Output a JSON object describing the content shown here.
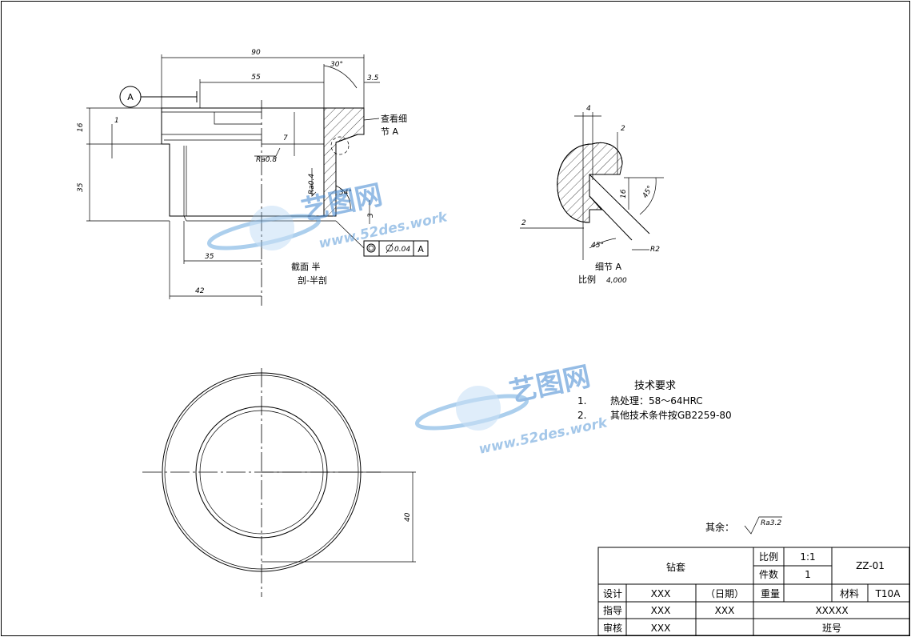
{
  "dimensions": {
    "d90": "90",
    "d55": "55",
    "d30deg": "30°",
    "d3_5": "3.5",
    "d16": "16",
    "d1": "1",
    "d35v": "35",
    "d7": "7",
    "ra08": "Ra0.8",
    "ra04": "Ra0.4",
    "d34deg": "34°",
    "d3": "3",
    "d35h": "35",
    "d42": "42",
    "d40": "40",
    "detail_4": "4",
    "detail_2a": "2",
    "detail_16": "16",
    "detail_45a": "45°",
    "detail_2b": "2",
    "detail_45b": "45°",
    "detail_r2": "R2"
  },
  "datum": {
    "label": "A"
  },
  "tolerance_frame": {
    "value": "0.04",
    "datum": "A"
  },
  "notes": {
    "see_detail_line1": "查看细",
    "see_detail_line2": "节 A",
    "section_line1": "截面  半",
    "section_line2": "剖-半剖",
    "detail_title": "细节 A",
    "detail_scale_label": "比例",
    "detail_scale_value": "4,000"
  },
  "technical_requirements": {
    "title": "技术要求",
    "items": [
      {
        "num": "1.",
        "text": "热处理：58～64HRC"
      },
      {
        "num": "2.",
        "text": "其他技术条件按GB2259-80"
      }
    ]
  },
  "surface_finish": {
    "label": "其余：",
    "value": "Ra3.2"
  },
  "title_block": {
    "part_name": "钻套",
    "scale_label": "比例",
    "scale_value": "1:1",
    "qty_label": "件数",
    "qty_value": "1",
    "drawing_no": "ZZ-01",
    "design_label": "设计",
    "design_name": "XXX",
    "date_label": "（日期）",
    "weight_label": "重量",
    "material_label": "材料",
    "material_value": "T10A",
    "guide_label": "指导",
    "guide_name": "XXX",
    "guide_date": "XXX",
    "school": "XXXXX",
    "review_label": "审核",
    "review_name": "XXX",
    "class_label": "班号"
  },
  "watermark": {
    "brand": "艺图网",
    "url": "www.52des.work"
  }
}
